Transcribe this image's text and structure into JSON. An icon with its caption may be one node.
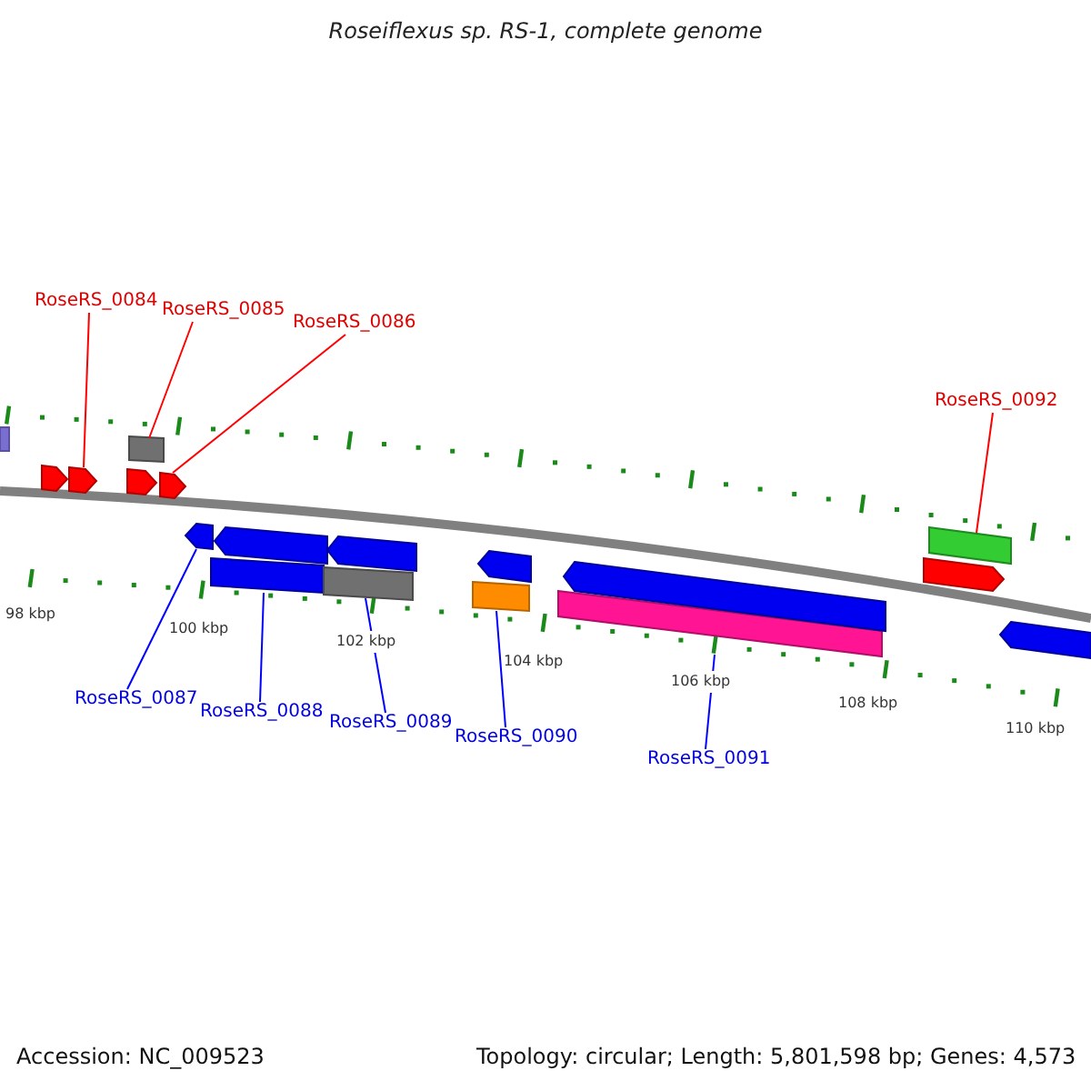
{
  "diagram": {
    "title": "Roseiflexus sp. RS-1, complete genome",
    "nodes": [
      {
        "text": [
          "RoseRS_0084"
        ]
      },
      {
        "text": [
          "RoseRS_0085"
        ]
      },
      {
        "text": [
          "RoseRS_0086"
        ]
      },
      {
        "text": [
          "RoseRS_0092"
        ]
      },
      {
        "text": [
          "RoseRS_0087"
        ]
      },
      {
        "text": [
          "RoseRS_0088"
        ]
      },
      {
        "text": [
          "RoseRS_0089"
        ]
      },
      {
        "text": [
          "RoseRS_0090"
        ]
      },
      {
        "text": [
          "RoseRS_0091"
        ]
      },
      {
        "text": [],
        "shape": "arrow"
      },
      {
        "text": [],
        "shape": "box"
      },
      {
        "text": [],
        "shape": "arrow"
      },
      {
        "text": [],
        "shape": "bar"
      },
      {
        "text": [],
        "shape": "arrow"
      },
      {
        "text": [],
        "shape": "bar"
      },
      {
        "text": [],
        "shape": "bar"
      },
      {
        "text": [],
        "shape": "box"
      },
      {
        "text": [],
        "shape": "bar"
      },
      {
        "text": [],
        "shape": "bar"
      },
      {
        "text": [],
        "shape": "arrow"
      },
      {
        "text": [],
        "shape": "arrow"
      },
      {
        "text": [],
        "shape": "arrow"
      },
      {
        "text": [],
        "shape": "arrow"
      },
      {
        "text": [],
        "shape": "arrow"
      },
      {
        "text": [],
        "shape": "arrow"
      },
      {
        "text": [],
        "shape": "arrow"
      },
      {
        "text": [],
        "shape": "arrow"
      }
    ],
    "edges": [
      {
        "from": 0,
        "to": 9,
        "arrow": "none",
        "color": "#ff0000"
      },
      {
        "from": 1,
        "to": 10,
        "arrow": "none",
        "color": "#ff0000"
      },
      {
        "from": 2,
        "to": 11,
        "arrow": "none",
        "color": "#ff0000"
      },
      {
        "from": 3,
        "to": 12,
        "arrow": "none",
        "color": "#ff0000"
      },
      {
        "from": 4,
        "to": 13,
        "arrow": "none"
      },
      {
        "from": 5,
        "to": 14,
        "arrow": "none"
      },
      {
        "from": 6,
        "to": 15,
        "arrow": "none"
      },
      {
        "from": 7,
        "to": 16,
        "arrow": "none"
      },
      {
        "from": 8,
        "to": 17,
        "arrow": "none"
      }
    ],
    "labels": [
      "98 kbp",
      "100 kbp",
      "102 kbp",
      "104 kbp",
      "106 kbp",
      "108 kbp",
      "110 kbp",
      "Accession: NC_009523",
      "Topology: circular; Length: 5,801,598 bp; Genes: 4,573"
    ]
  }
}
